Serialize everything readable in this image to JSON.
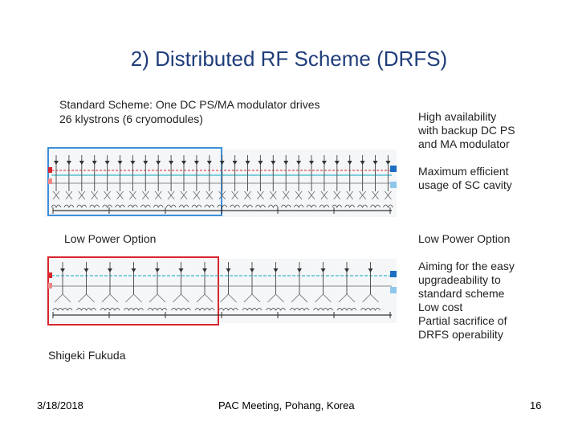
{
  "slide": {
    "title": "2) Distributed RF Scheme (DRFS)",
    "standard_caption_line1": "Standard Scheme: One DC PS/MA modulator drives",
    "standard_caption_line2": "26 klystrons (6 cryomodules)",
    "right_notes_top": [
      "High availability",
      "with backup DC PS",
      "and MA modulator"
    ],
    "right_notes_mid": [
      "Maximum efficient",
      "usage of  SC cavity"
    ],
    "low_power_left": "Low Power Option",
    "low_power_right": "Low Power Option",
    "right_notes_bottom": [
      "Aiming for the easy",
      "upgradeability  to",
      "standard scheme",
      "Low cost",
      "Partial sacrifice of",
      "DRFS operability"
    ],
    "author": "Shigeki Fukuda"
  },
  "footer": {
    "date": "3/18/2018",
    "center": "PAC Meeting, Pohang, Korea",
    "page": "16"
  },
  "colors": {
    "title": "#1f3d7a",
    "blue_box": "#3c8fd8",
    "red_box": "#d8242c",
    "cyan_line": "#39b6c8",
    "blue_square": "#1b6ec2",
    "light_blue_square": "#8fc6ec"
  }
}
